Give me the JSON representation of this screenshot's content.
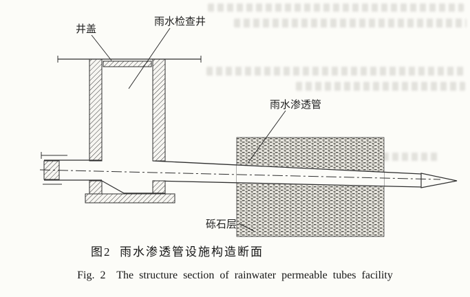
{
  "figure": {
    "labels": {
      "well_cover": "井盖",
      "inspection_well": "雨水检查井",
      "permeable_pipe": "雨水渗透管",
      "gravel_layer": "砾石层"
    },
    "caption_cn": "图2  雨水渗透管设施构造断面",
    "caption_en": "Fig. 2  The structure section of rainwater permeable tubes facility"
  },
  "colors": {
    "line": "#2e2e2e",
    "background": "#fcfcf8",
    "gravel_dark": "#4c4c46"
  }
}
